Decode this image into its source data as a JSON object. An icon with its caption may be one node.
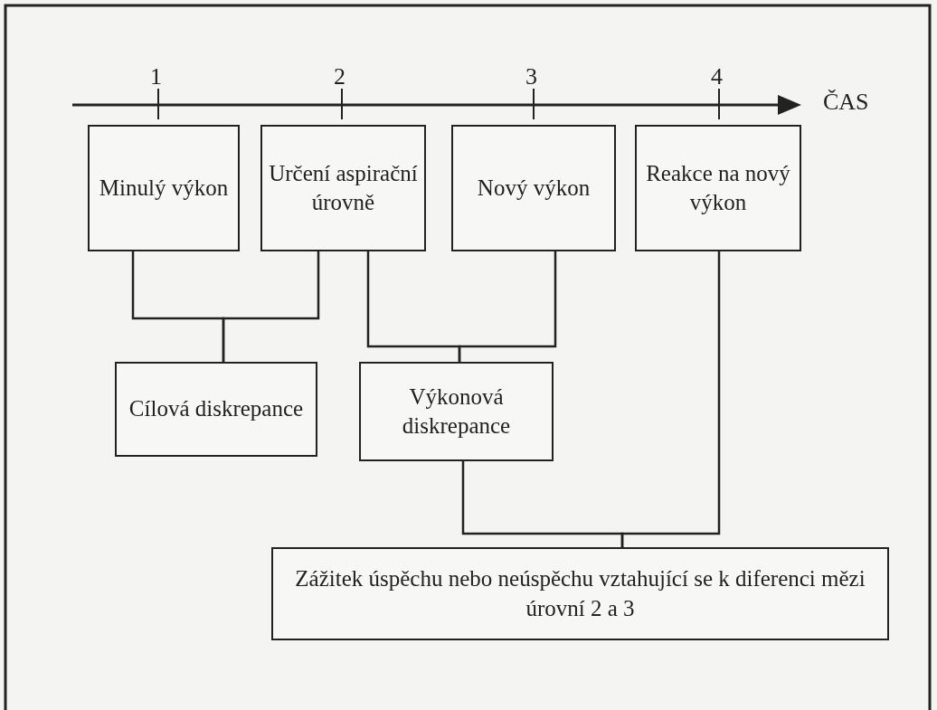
{
  "diagram": {
    "nodes": [
      {
        "text": [
          "Minulý výkon"
        ]
      },
      {
        "text": [
          "Určení aspirační úrovně"
        ]
      },
      {
        "text": [
          "Nový výkon"
        ]
      },
      {
        "text": [
          "Reakce na nový výkon"
        ]
      },
      {
        "text": [
          "Cílová diskrepance"
        ]
      },
      {
        "text": [
          "Výkonová diskrepance"
        ]
      },
      {
        "text": [
          "Zážitek úspěchu nebo neúspěchu vztahující se k diferenci mězi úrovní 2 a 3"
        ]
      }
    ],
    "edges": [
      {
        "from": 0,
        "to": 4,
        "arrow": "none"
      },
      {
        "from": 1,
        "to": 4,
        "arrow": "none"
      },
      {
        "from": 1,
        "to": 5,
        "arrow": "none"
      },
      {
        "from": 2,
        "to": 5,
        "arrow": "none"
      },
      {
        "from": 5,
        "to": 6,
        "arrow": "none"
      },
      {
        "from": 3,
        "to": 6,
        "arrow": "none"
      }
    ],
    "labels": [
      "1",
      "2",
      "3",
      "4",
      "ČAS"
    ]
  }
}
